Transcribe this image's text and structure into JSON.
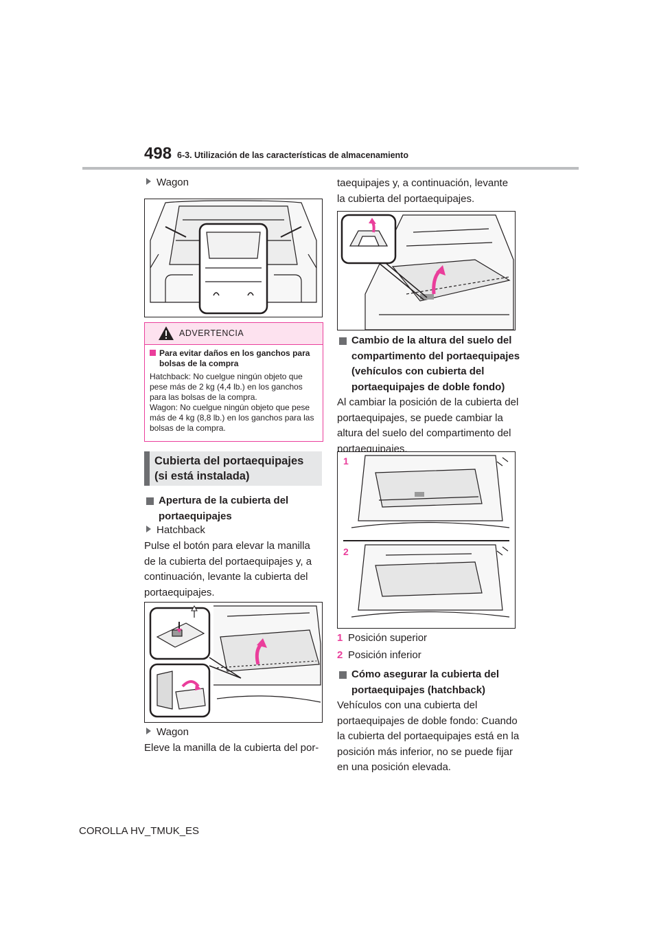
{
  "header": {
    "page_number": "498",
    "section_title": "6-3. Utilización de las características de almacenamiento"
  },
  "left": {
    "wagon_label_1": "Wagon",
    "warning": {
      "title": "ADVERTENCIA",
      "subtitle": "Para evitar daños en los ganchos para bolsas de la compra",
      "text": "Hatchback: No cuelgue ningún objeto que pese más de 2 kg (4,4 lb.) en los ganchos para las bolsas de la compra.\nWagon: No cuelgue ningún objeto que pese más de 4 kg (8,8 lb.) en los ganchos para las bolsas de la compra."
    },
    "section_box_title": "Cubierta del portaequipajes (si está instalada)",
    "opening_heading": "Apertura de la cubierta del portaequipajes",
    "hatchback_label": "Hatchback",
    "hatchback_text": "Pulse el botón para elevar la manilla de la cubierta del portaequipajes y, a continuación, levante la cubierta del portaequipajes.",
    "wagon_label_2": "Wagon",
    "wagon_text_start": "Eleve la manilla de la cubierta del por-"
  },
  "right": {
    "wagon_text_cont": "taequipajes y, a continuación, levante la cubierta del portaequipajes.",
    "height_heading": "Cambio de la altura del suelo del compartimento del portaequipajes (vehículos con cubierta del portaequipajes de doble fondo)",
    "height_text": "Al cambiar la posición de la cubierta del portaequipajes, se puede cambiar la altura del suelo del compartimento del portaequipajes.",
    "figure_labels": [
      "1",
      "2"
    ],
    "positions": [
      {
        "num": "1",
        "label": "Posición superior"
      },
      {
        "num": "2",
        "label": "Posición inferior"
      }
    ],
    "secure_heading": "Cómo asegurar la cubierta del portaequipajes (hatchback)",
    "secure_text": "Vehículos con una cubierta del portaequipajes de doble fondo: Cuando la cubierta del portaequipajes está en la posición más inferior, no se puede fijar en una posición elevada."
  },
  "footer": {
    "model": "COROLLA HV_TMUK_ES"
  },
  "colors": {
    "accent": "#ea3e9b",
    "warning_bg": "#fde2ef",
    "gray_bar": "#6d6e71",
    "title_bg": "#e6e7e8"
  }
}
